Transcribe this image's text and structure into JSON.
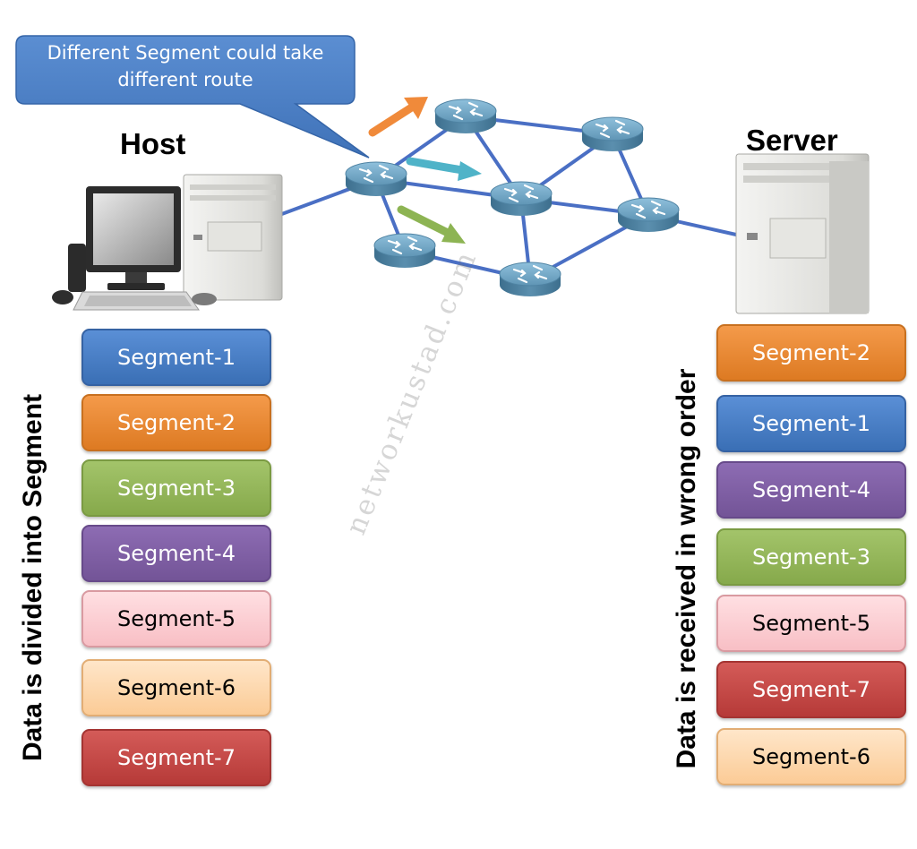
{
  "callout": {
    "text_line1": "Different Segment could take",
    "text_line2": "different route"
  },
  "host": {
    "title": "Host",
    "side_label": "Data is divided into Segment",
    "segments": [
      {
        "label": "Segment-1",
        "color": "#4a7fc4"
      },
      {
        "label": "Segment-2",
        "color": "#ec8a35"
      },
      {
        "label": "Segment-3",
        "color": "#95b75b"
      },
      {
        "label": "Segment-4",
        "color": "#7e5fa6"
      },
      {
        "label": "Segment-5",
        "color": "#fbd0d5"
      },
      {
        "label": "Segment-6",
        "color": "#fdd9b0"
      },
      {
        "label": "Segment-7",
        "color": "#c44a47"
      }
    ]
  },
  "server": {
    "title": "Server",
    "side_label": "Data is received in wrong order",
    "segments": [
      {
        "label": "Segment-2",
        "color": "#ec8a35"
      },
      {
        "label": "Segment-1",
        "color": "#4a7fc4"
      },
      {
        "label": "Segment-4",
        "color": "#7e5fa6"
      },
      {
        "label": "Segment-3",
        "color": "#95b75b"
      },
      {
        "label": "Segment-5",
        "color": "#fbd0d5"
      },
      {
        "label": "Segment-7",
        "color": "#c44a47"
      },
      {
        "label": "Segment-6",
        "color": "#fdd9b0"
      }
    ]
  },
  "watermark": "networkustad.com",
  "colors": {
    "link": "#4a6fc4",
    "router": "#5f95b5",
    "arrow_orange": "#f08a3a",
    "arrow_teal": "#4fb3c8",
    "arrow_green": "#8db453"
  },
  "icons": {
    "host": "desktop-computer-icon",
    "server": "server-tower-icon",
    "router": "router-icon"
  }
}
